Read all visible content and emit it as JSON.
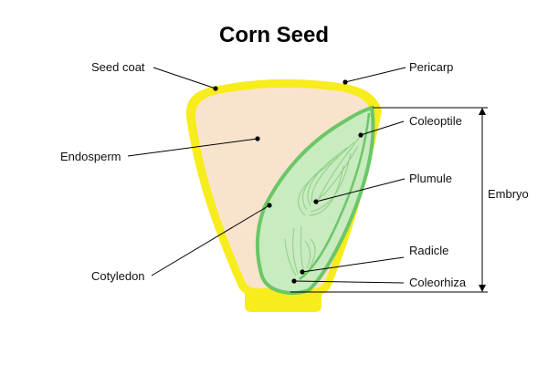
{
  "title": "Corn Seed",
  "labels": {
    "seed_coat": "Seed coat",
    "pericarp": "Pericarp",
    "endosperm": "Endosperm",
    "coleoptile": "Coleoptile",
    "plumule": "Plumule",
    "embryo": "Embryo",
    "radicle": "Radicle",
    "cotyledon": "Cotyledon",
    "coleorhiza": "Coleorhiza"
  },
  "colors": {
    "seed_coat": "#f7ec1c",
    "endosperm": "#fae3cc",
    "embryo_fill": "#c8ebc0",
    "embryo_outline": "#6cc667",
    "embryo_lines": "#8fcf88",
    "leader": "#000000"
  }
}
